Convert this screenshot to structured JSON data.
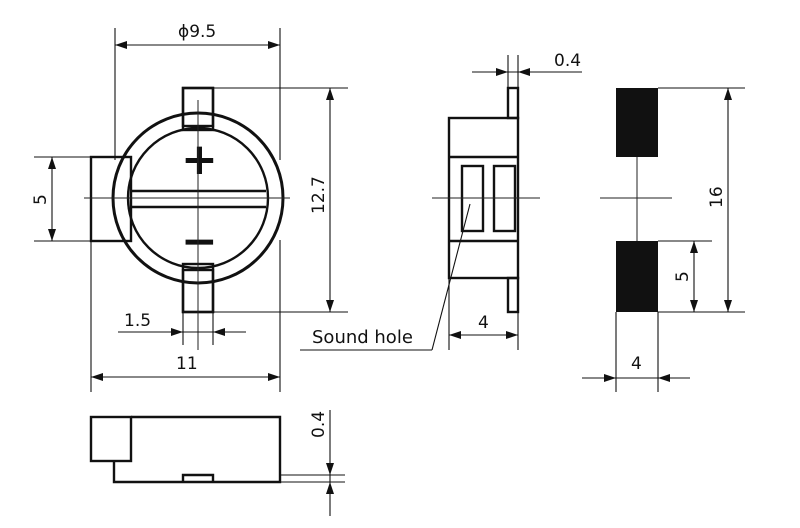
{
  "dimensions": {
    "top_diameter": "ϕ9.5",
    "height_12_7": "12.7",
    "side_5": "5",
    "pin_pitch_1_5": "1.5",
    "width_11": "11",
    "pin_thickness_top": "0.4",
    "side_depth_4": "4",
    "pad_total_16": "16",
    "pad_5": "5",
    "pad_width_4": "4",
    "bottom_thickness": "0.4"
  },
  "labels": {
    "sound_hole": "Sound hole"
  },
  "symbols": {
    "positive": "+",
    "negative": "−"
  }
}
